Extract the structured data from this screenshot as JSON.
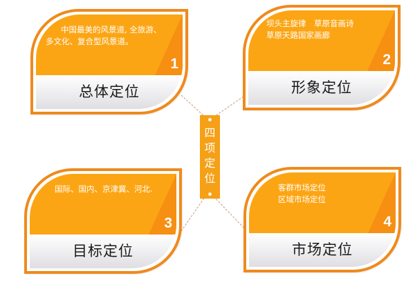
{
  "center": {
    "label": "四项定位"
  },
  "cards": [
    {
      "id": 1,
      "number": "1",
      "title": "总体定位",
      "description": "中国最美的风景道, 全旅游、多文化、复合型风景道。"
    },
    {
      "id": 2,
      "number": "2",
      "title": "形象定位",
      "description_lines": [
        "坝头主旋律　草原音画诗",
        "草原天路国家画廊"
      ]
    },
    {
      "id": 3,
      "number": "3",
      "title": "目标定位",
      "description": "国际、国内、京津冀、河北."
    },
    {
      "id": 4,
      "number": "4",
      "title": "市场定位",
      "description_lines": [
        "客群市场定位",
        "区域市场定位"
      ]
    }
  ],
  "colors": {
    "border": "#ef8a1c",
    "orange": "#fca514",
    "corner": "#f68f12",
    "tag": "#f5a017",
    "connector": "#c79b78"
  }
}
